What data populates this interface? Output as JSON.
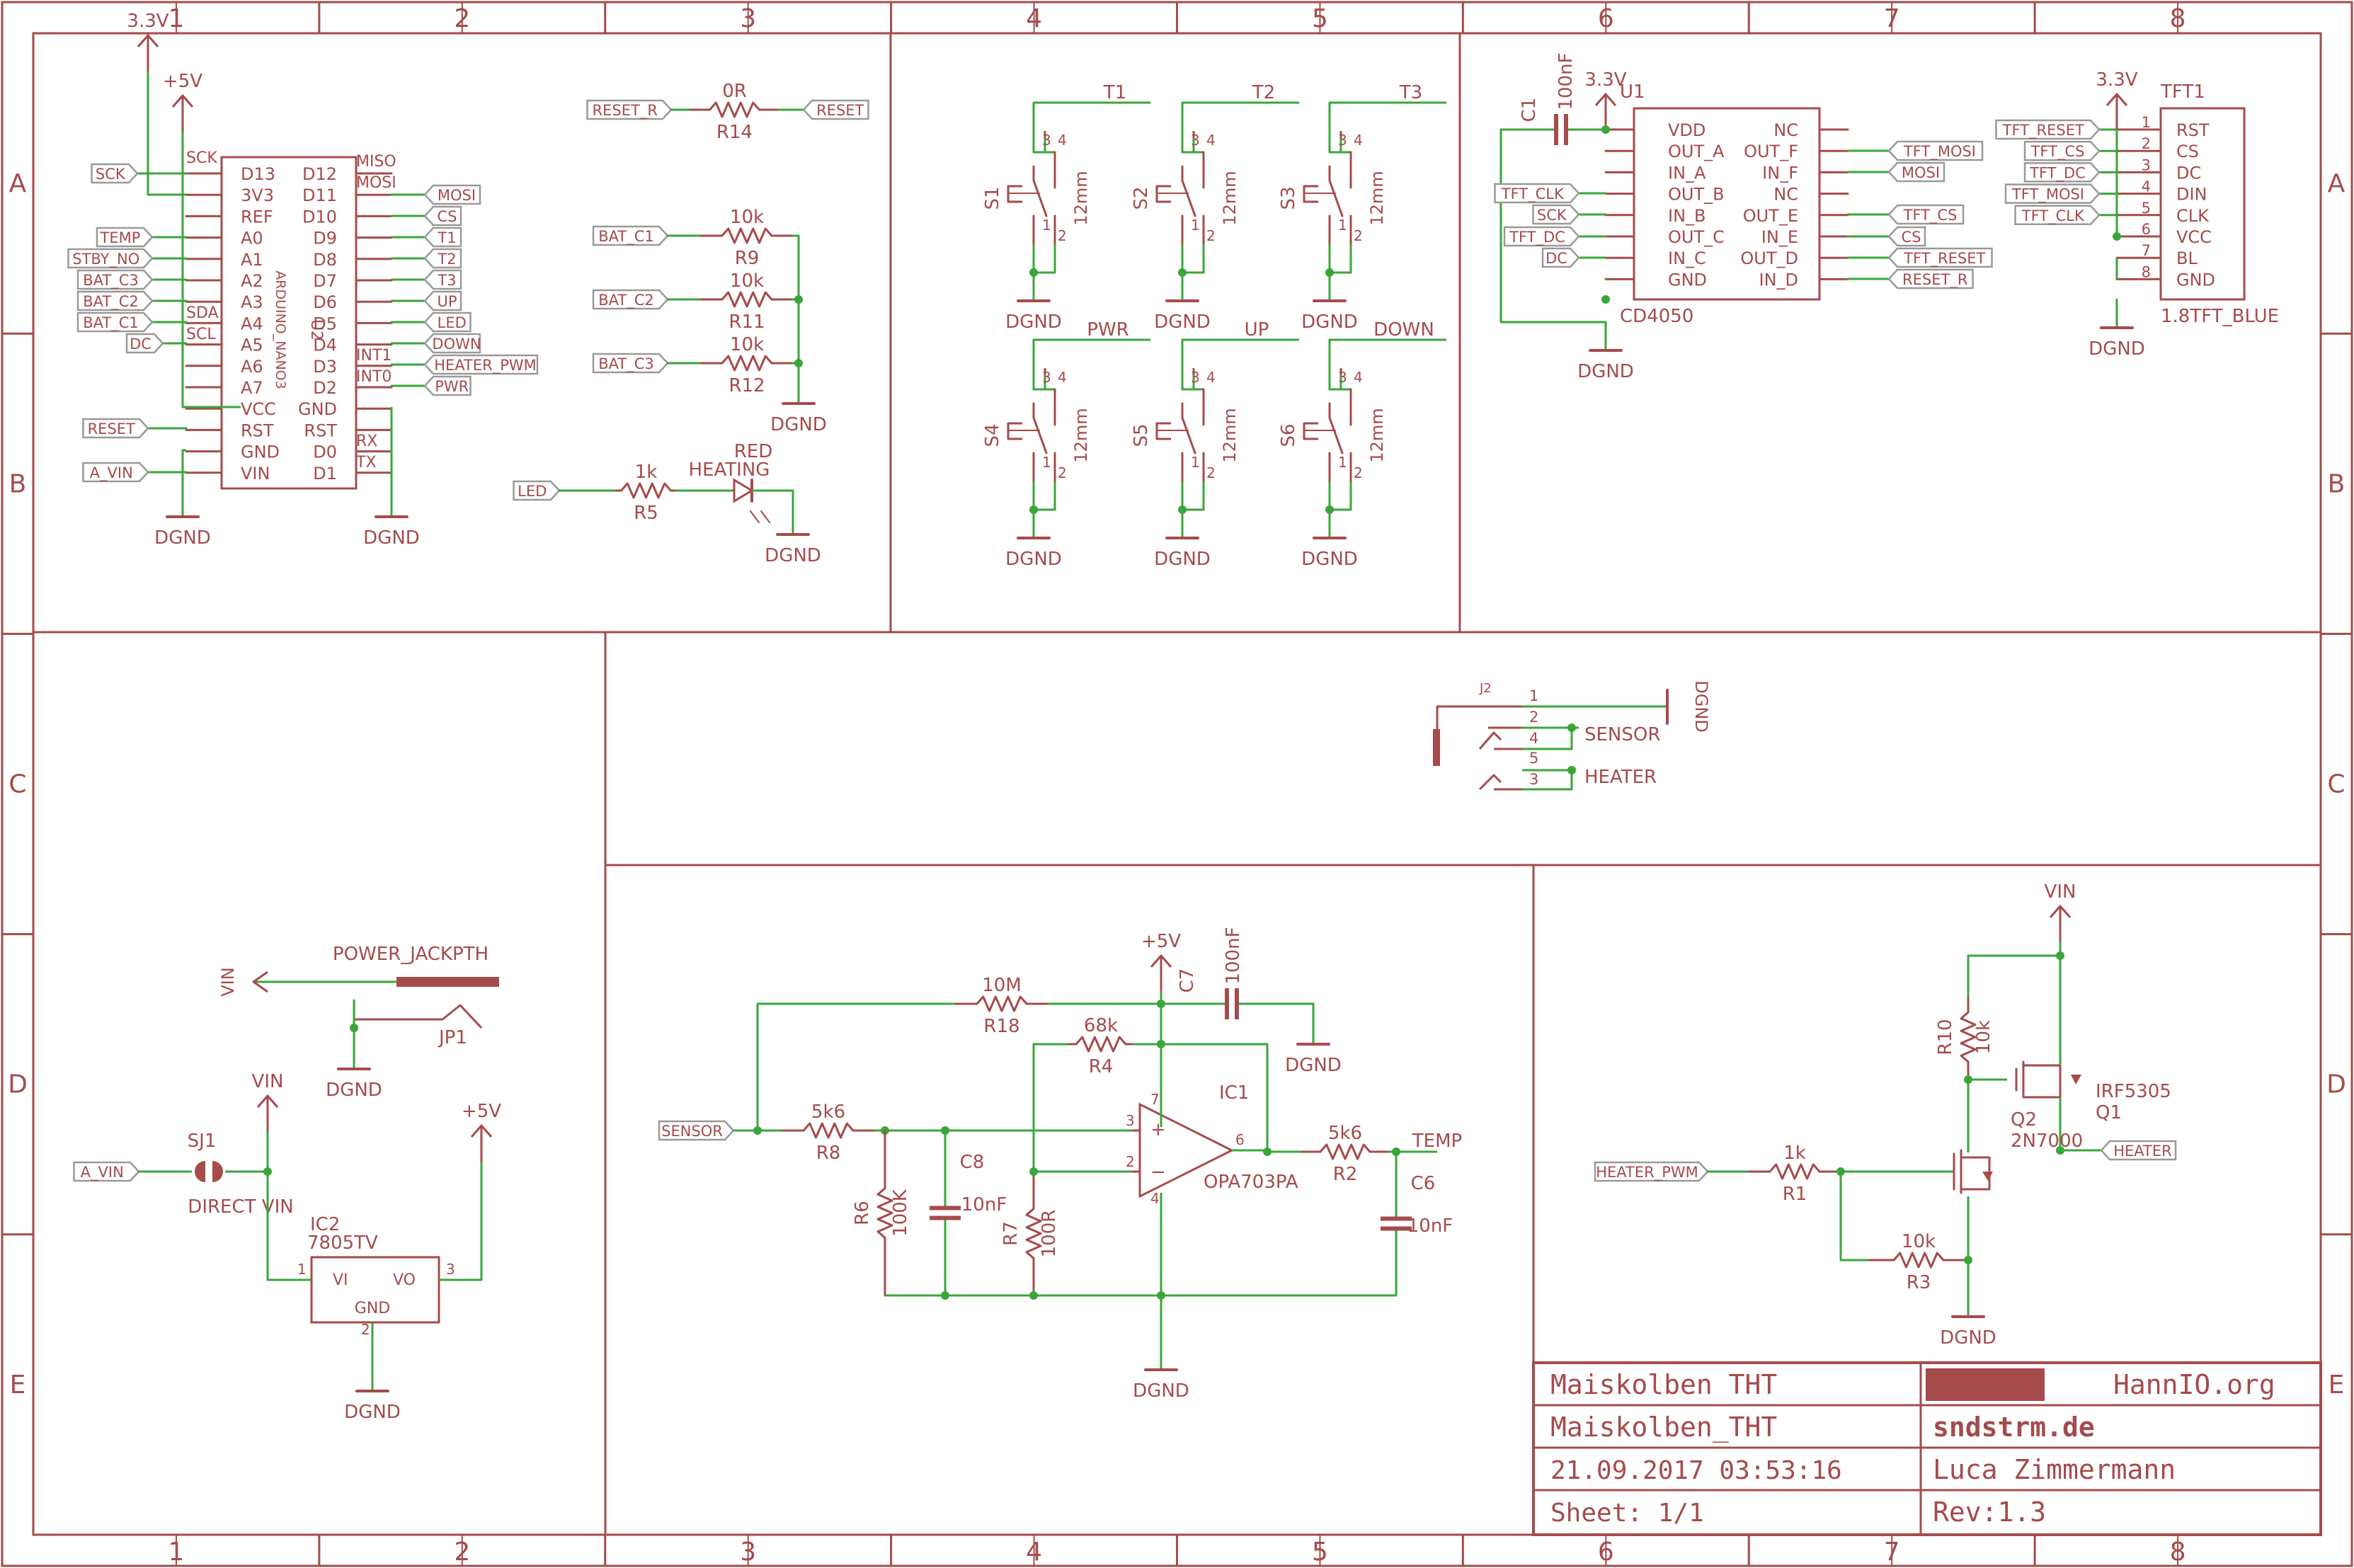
{
  "colors": {
    "frame": "#a54b4b",
    "wire": "#3aa63a",
    "bg": "#ffffff"
  },
  "frame": {
    "cols": [
      "1",
      "2",
      "3",
      "4",
      "5",
      "6",
      "7",
      "8"
    ],
    "rows": [
      "A",
      "B",
      "C",
      "D",
      "E"
    ]
  },
  "title_block": {
    "title": "Maiskolben THT",
    "file": "Maiskolben_THT",
    "date": "21.09.2017 03:53:16",
    "sheet": "Sheet: 1/1",
    "logo": "hannIO",
    "company_url": "HannIO.org",
    "website": "sndstrm.de",
    "author": "Luca Zimmermann",
    "revision": "Rev:1.3"
  },
  "arduino": {
    "ref": "U2",
    "value": "ARDUINO_NANO3",
    "left_pins": [
      "D13",
      "3V3",
      "REF",
      "A0",
      "A1",
      "A2",
      "A3",
      "A4",
      "A5",
      "A6",
      "A7",
      "VCC",
      "RST",
      "GND",
      "VIN"
    ],
    "right_pins": [
      "D12",
      "D11",
      "D10",
      "D9",
      "D8",
      "D7",
      "D6",
      "D5",
      "D4",
      "D3",
      "D2",
      "GND",
      "RST",
      "D0",
      "D1"
    ],
    "right_alt": [
      "MISO",
      "MOSI",
      "RX",
      "TX",
      "INT1",
      "INT0"
    ],
    "left_alt": [
      "SCK",
      "SDA",
      "SCL"
    ],
    "left_nets": [
      "SCK",
      "TEMP",
      "STBY_NO",
      "BAT_C3",
      "BAT_C2",
      "BAT_C1",
      "DC",
      "RESET",
      "A_VIN"
    ],
    "right_nets": [
      "MOSI",
      "CS",
      "T1",
      "T2",
      "T3",
      "UP",
      "LED",
      "DOWN",
      "HEATER_PWM",
      "PWR"
    ],
    "supplies": [
      "3.3V",
      "+5V",
      "DGND",
      "DGND"
    ]
  },
  "reset_res": {
    "in": "RESET_R",
    "value": "0R",
    "ref": "R14",
    "out": "RESET"
  },
  "battery_divider": {
    "nets": [
      "BAT_C1",
      "BAT_C2",
      "BAT_C3"
    ],
    "values": [
      "10k",
      "10k",
      "10k"
    ],
    "refs": [
      "R9",
      "R11",
      "R12"
    ],
    "gnd": "DGND"
  },
  "led": {
    "net": "LED",
    "res_value": "1k",
    "res_ref": "R5",
    "color": "RED",
    "name": "HEATING",
    "gnd": "DGND"
  },
  "switches": [
    {
      "ref": "S1",
      "net": "T1",
      "size": "12mm"
    },
    {
      "ref": "S2",
      "net": "T2",
      "size": "12mm"
    },
    {
      "ref": "S3",
      "net": "T3",
      "size": "12mm"
    },
    {
      "ref": "S4",
      "net": "PWR",
      "size": "12mm"
    },
    {
      "ref": "S5",
      "net": "UP",
      "size": "12mm"
    },
    {
      "ref": "S6",
      "net": "DOWN",
      "size": "12mm"
    }
  ],
  "switch_pins": [
    "1",
    "2",
    "3",
    "4"
  ],
  "switch_gnd": "DGND",
  "cd4050": {
    "ref": "U1",
    "value": "CD4050",
    "left_pins": [
      "VDD",
      "OUT_A",
      "IN_A",
      "OUT_B",
      "IN_B",
      "OUT_C",
      "IN_C",
      "GND"
    ],
    "right_pins": [
      "NC",
      "OUT_F",
      "IN_F",
      "NC",
      "OUT_E",
      "IN_E",
      "OUT_D",
      "IN_D"
    ],
    "left_nets": [
      "TFT_CLK",
      "SCK",
      "TFT_DC",
      "DC"
    ],
    "right_nets": [
      "TFT_MOSI",
      "MOSI",
      "TFT_CS",
      "CS",
      "TFT_RESET",
      "RESET_R"
    ],
    "cap_ref": "C1",
    "cap_value": "100nF",
    "supply": "3.3V",
    "gnd": "DGND"
  },
  "tft": {
    "ref": "TFT1",
    "value": "1.8TFT_BLUE",
    "pins": [
      "RST",
      "CS",
      "DC",
      "DIN",
      "CLK",
      "VCC",
      "BL",
      "GND"
    ],
    "pin_nums": [
      "1",
      "2",
      "3",
      "4",
      "5",
      "6",
      "7",
      "8"
    ],
    "nets": [
      "TFT_RESET",
      "TFT_CS",
      "TFT_DC",
      "TFT_MOSI",
      "TFT_CLK"
    ],
    "supply": "3.3V",
    "gnd": "DGND"
  },
  "connector": {
    "ref": "J2",
    "pin_nums": [
      "1",
      "2",
      "4",
      "5",
      "3"
    ],
    "nets": [
      "DGND",
      "SENSOR",
      "HEATER"
    ]
  },
  "power": {
    "net": "VIN",
    "jack": "POWER_JACKPTH",
    "jack_ref": "JP1",
    "gnd": "DGND",
    "sj_net": "A_VIN",
    "sj_ref": "SJ1",
    "sj_name": "DIRECT VIN",
    "vin": "VIN",
    "reg_ref": "IC2",
    "reg_value": "7805TV",
    "reg_pins": [
      "VI",
      "VO",
      "GND"
    ],
    "reg_pin_nums": [
      "1",
      "3",
      "2"
    ],
    "out": "+5V",
    "reg_gnd": "DGND"
  },
  "amplifier": {
    "in_net": "SENSOR",
    "out_net": "TEMP",
    "opamp_ref": "IC1",
    "opamp_value": "OPA703PA",
    "pin_nums": [
      "3",
      "2",
      "6",
      "7",
      "4"
    ],
    "signs": [
      "+",
      "−"
    ],
    "supply": "+5V",
    "gnd": "DGND",
    "gnd2": "DGND",
    "parts": {
      "R18": {
        "ref": "R18",
        "value": "10M"
      },
      "R4": {
        "ref": "R4",
        "value": "68k"
      },
      "R8": {
        "ref": "R8",
        "value": "5k6"
      },
      "R6": {
        "ref": "R6",
        "value": "100K"
      },
      "R7": {
        "ref": "R7",
        "value": "100R"
      },
      "R2": {
        "ref": "R2",
        "value": "5k6"
      },
      "C7": {
        "ref": "C7",
        "value": "100nF"
      },
      "C8": {
        "ref": "C8",
        "value": "10nF"
      },
      "C6": {
        "ref": "C6",
        "value": "10nF"
      }
    }
  },
  "heater_driver": {
    "supply": "VIN",
    "pwm_net": "HEATER_PWM",
    "heater_net": "HEATER",
    "R10": {
      "ref": "R10",
      "value": "10k"
    },
    "R1": {
      "ref": "R1",
      "value": "1k"
    },
    "R3": {
      "ref": "R3",
      "value": "10k"
    },
    "Q1": {
      "ref": "Q1",
      "value": "IRF5305"
    },
    "Q2": {
      "ref": "Q2",
      "value": "2N7000"
    },
    "gnd": "DGND"
  }
}
